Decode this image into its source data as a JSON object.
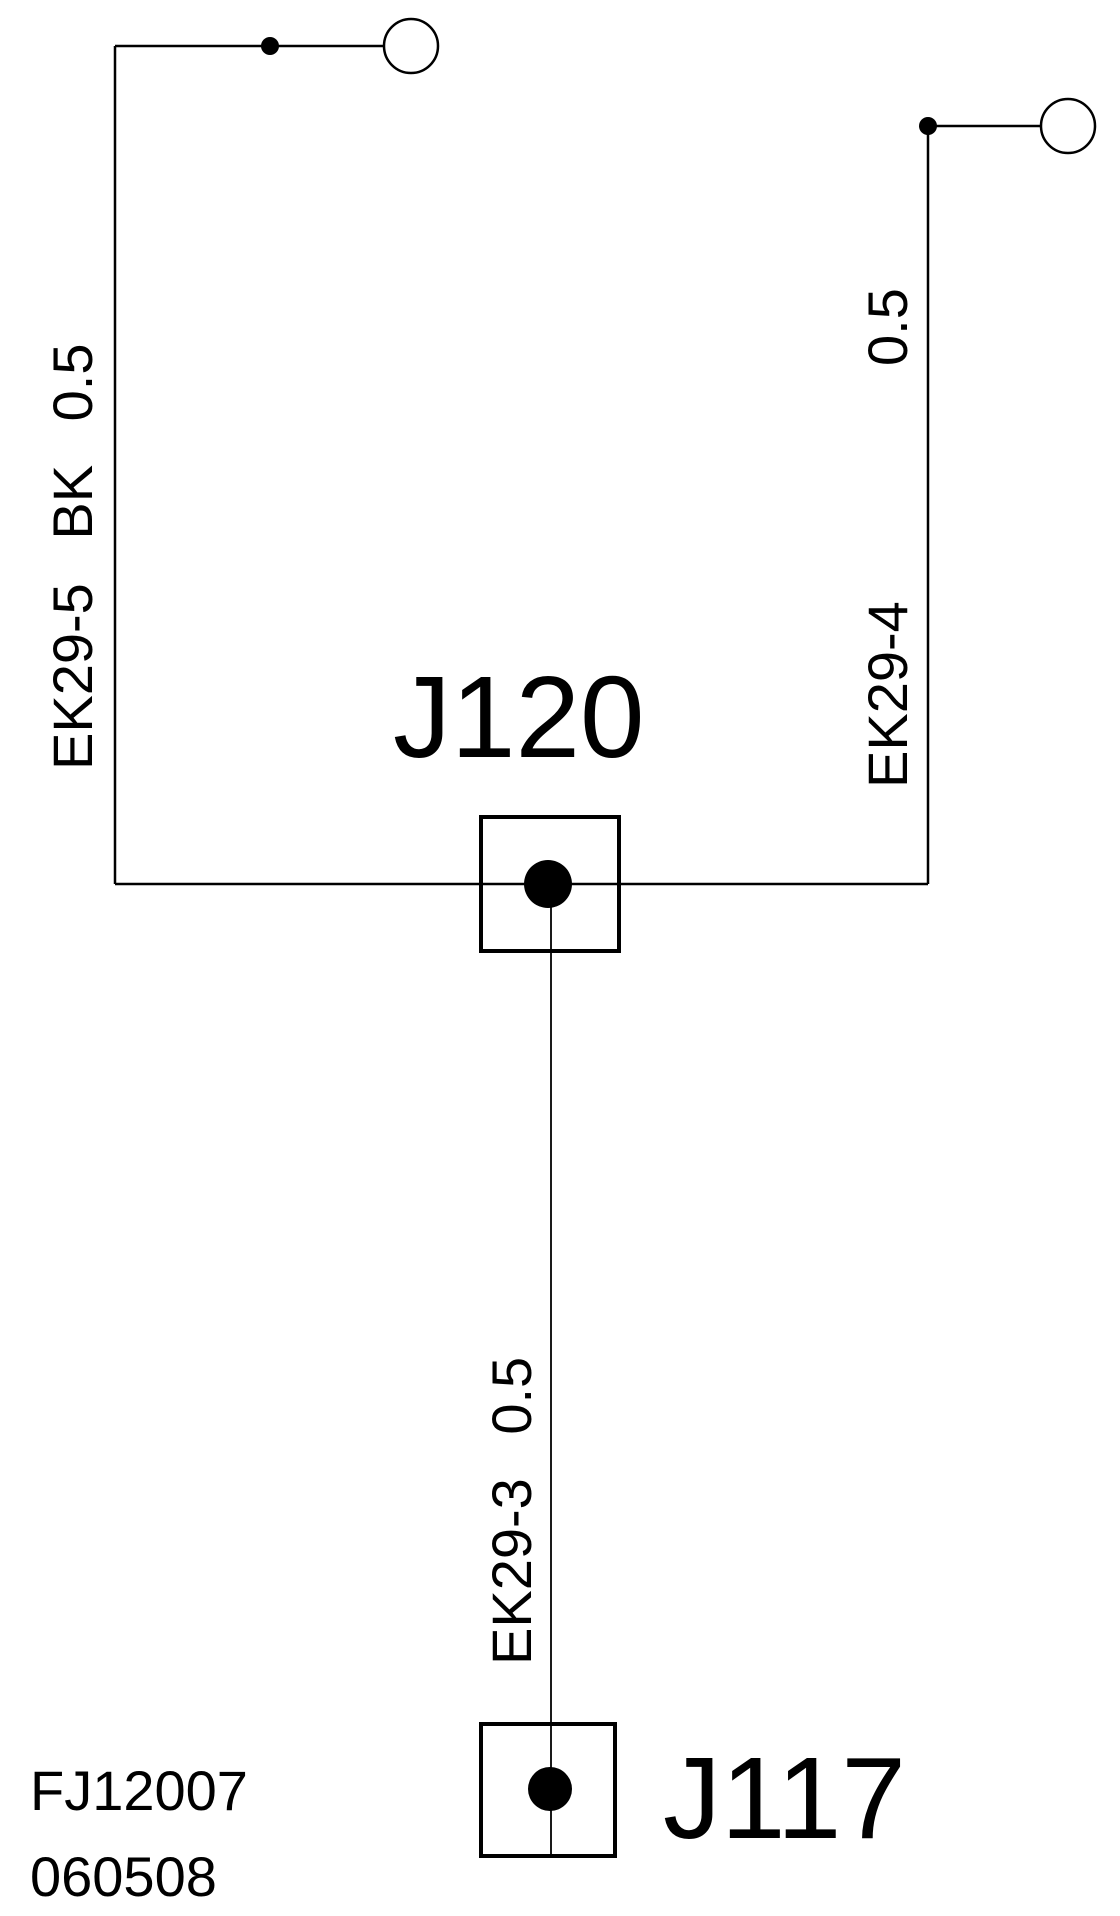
{
  "connectors": [
    {
      "id": "J120",
      "label": "J120"
    },
    {
      "id": "J117",
      "label": "J117"
    }
  ],
  "wires": [
    {
      "circuit": "EK29-5",
      "color": "BK",
      "size": "0.5"
    },
    {
      "circuit": "EK29-4",
      "color": "",
      "size": "0.5"
    },
    {
      "circuit": "EK29-3",
      "color": "",
      "size": "0.5"
    }
  ],
  "drawing_code": {
    "line1": "FJ12007",
    "line2": "060508"
  },
  "colors": {
    "line": "#000000",
    "background": "#ffffff"
  }
}
